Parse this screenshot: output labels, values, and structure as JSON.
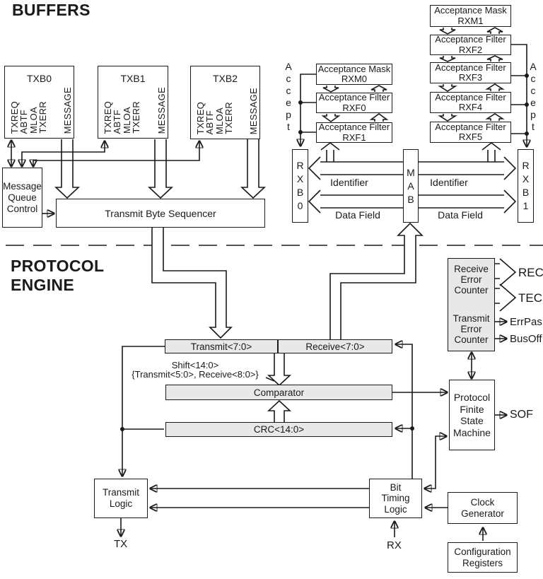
{
  "page": {
    "background": "#ffffff",
    "line_color": "#1a1a1a",
    "register_fill": "#e8e8e8"
  },
  "headings": {
    "buffers": "BUFFERS",
    "protocol_engine": [
      "PROTOCOL",
      "ENGINE"
    ]
  },
  "tx_buffers": [
    {
      "title": "TXB0",
      "flag1": "TXREQ",
      "flag2": "ABTF",
      "flag3": "MLOA",
      "flag4": "TXERR",
      "message": "MESSAGE"
    },
    {
      "title": "TXB1",
      "flag1": "TXREQ",
      "flag2": "ABTF",
      "flag3": "MLOA",
      "flag4": "TXERR",
      "message": "MESSAGE"
    },
    {
      "title": "TXB2",
      "flag1": "TXREQ",
      "flag2": "ABTF",
      "flag3": "MLOA",
      "flag4": "TXERR",
      "message": "MESSAGE"
    }
  ],
  "left_blocks": {
    "message_queue_control": [
      "Message",
      "Queue",
      "Control"
    ],
    "transmit_byte_sequencer": "Transmit Byte Sequencer"
  },
  "acceptance": {
    "accept_left": [
      "A",
      "c",
      "c",
      "e",
      "p",
      "t"
    ],
    "accept_right": [
      "A",
      "c",
      "c",
      "e",
      "p",
      "t"
    ],
    "rxm0": [
      "Acceptance Mask",
      "RXM0"
    ],
    "rxf0": [
      "Acceptance Filter",
      "RXF0"
    ],
    "rxf1": [
      "Acceptance Filter",
      "RXF1"
    ],
    "rxm1": [
      "Acceptance Mask",
      "RXM1"
    ],
    "rxf2": [
      "Acceptance Filter",
      "RXF2"
    ],
    "rxf3": [
      "Acceptance Filter",
      "RXF3"
    ],
    "rxf4": [
      "Acceptance Filter",
      "RXF4"
    ],
    "rxf5": [
      "Acceptance Filter",
      "RXF5"
    ]
  },
  "match": {
    "rxb0": [
      "R",
      "X",
      "B",
      "0"
    ],
    "mab": [
      "M",
      "A",
      "B"
    ],
    "rxb1": [
      "R",
      "X",
      "B",
      "1"
    ],
    "identifier_left": "Identifier",
    "data_field_left": "Data Field",
    "identifier_right": "Identifier",
    "data_field_right": "Data Field"
  },
  "engine": {
    "transmit_reg": "Transmit<7:0>",
    "receive_reg": "Receive<7:0>",
    "shift": [
      "Shift<14:0>",
      "{Transmit<5:0>, Receive<8:0>}"
    ],
    "comparator": "Comparator",
    "crc": "CRC<14:0>",
    "error_counter_top": [
      "Receive",
      "Error",
      "Counter"
    ],
    "error_counter_bottom": [
      "Transmit",
      "Error",
      "Counter"
    ],
    "fsm": [
      "Protocol",
      "Finite",
      "State",
      "Machine"
    ],
    "transmit_logic": [
      "Transmit",
      "Logic"
    ],
    "bit_timing_logic": [
      "Bit",
      "Timing",
      "Logic"
    ],
    "clock_generator": [
      "Clock",
      "Generator"
    ],
    "configuration_registers": [
      "Configuration",
      "Registers"
    ]
  },
  "signals": {
    "rec": "REC",
    "tec": "TEC",
    "errpas": "ErrPas",
    "busoff": "BusOff",
    "sof": "SOF",
    "tx": "TX",
    "rx": "RX"
  }
}
